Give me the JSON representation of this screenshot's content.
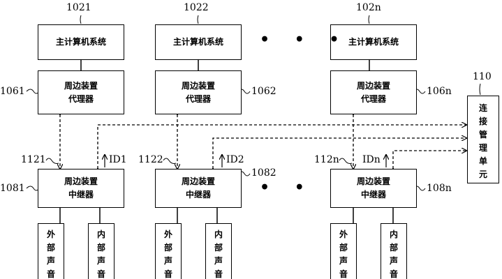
{
  "host_boxes": [
    {
      "ref": "1021",
      "label": "主计算机系统"
    },
    {
      "ref": "1022",
      "label": "主计算机系统"
    },
    {
      "ref": "102n",
      "label": "主计算机系统"
    }
  ],
  "agent_boxes": [
    {
      "ref": "1061",
      "line1": "周边装置",
      "line2": "代理器"
    },
    {
      "ref": "1062",
      "line1": "周边装置",
      "line2": "代理器"
    },
    {
      "ref": "106n",
      "line1": "周边装置",
      "line2": "代理器"
    }
  ],
  "repeater_boxes": [
    {
      "ref": "1081",
      "line1": "周边装置",
      "line2": "中继器",
      "port_ref": "1121",
      "id_label": "ID1"
    },
    {
      "ref": "1082",
      "line1": "周边装置",
      "line2": "中继器",
      "port_ref": "1122",
      "id_label": "ID2"
    },
    {
      "ref": "108n",
      "line1": "周边装置",
      "line2": "中继器",
      "port_ref": "112n",
      "id_label": "IDn"
    }
  ],
  "mgmt_unit": {
    "ref": "110",
    "label": "连接管理单元"
  },
  "audio_boxes": [
    "外部声音",
    "内部声音",
    "外部声音",
    "内部声音",
    "外部声音",
    "内部声音"
  ],
  "ellipsis": "• • •"
}
